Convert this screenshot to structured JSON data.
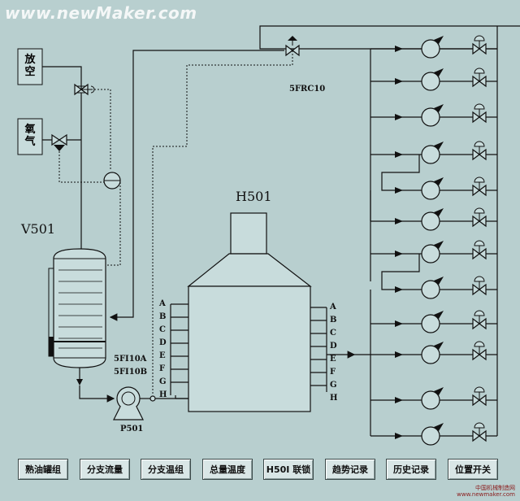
{
  "watermark": "www.newMaker.com",
  "labels": {
    "vent": "放空",
    "oxygen": "氧气",
    "vessel": "V501",
    "furnace": "H501",
    "pump": "P501",
    "flow_a": "5FI10A",
    "flow_b": "5FI10B",
    "frc": "5FRC10"
  },
  "ports_left": [
    "A",
    "B",
    "C",
    "D",
    "E",
    "F",
    "G",
    "H"
  ],
  "ports_right": [
    "A",
    "B",
    "C",
    "D",
    "E",
    "F",
    "G",
    "H"
  ],
  "buttons": [
    {
      "name": "heating-oil-tank-button",
      "label": "熟油罐组"
    },
    {
      "name": "branch-flow-button",
      "label": "分支流量"
    },
    {
      "name": "branch-temp-button",
      "label": "分支温组"
    },
    {
      "name": "total-temp-button",
      "label": "总量温度"
    },
    {
      "name": "h501-interlock-button",
      "label": "H50I 联锁"
    },
    {
      "name": "trend-record-button",
      "label": "趋势记录"
    },
    {
      "name": "history-record-button",
      "label": "历史记录"
    },
    {
      "name": "position-switch-button",
      "label": "位置开关"
    }
  ],
  "corner_logo": {
    "line1": "中国机械制造网",
    "line2": "www.newmaker.com"
  }
}
